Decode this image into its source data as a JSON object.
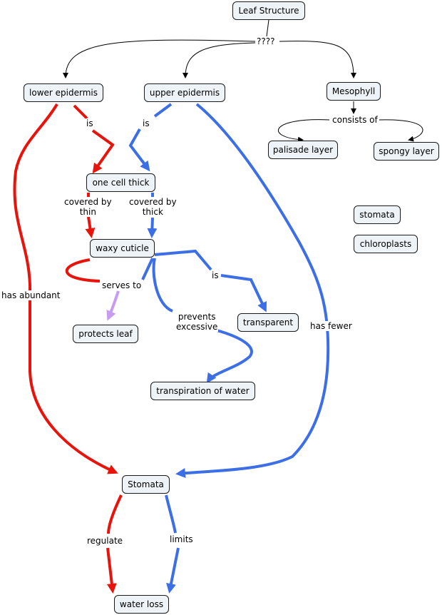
{
  "nodes": {
    "leaf_structure": "Leaf Structure",
    "lower_epidermis": "lower epidermis",
    "upper_epidermis": "upper epidermis",
    "mesophyll": "Mesophyll",
    "palisade_layer": "palisade layer",
    "spongy_layer": "spongy layer",
    "stomata_small": "stomata",
    "chloroplasts": "chloroplasts",
    "one_cell_thick": "one cell thick",
    "waxy_cuticle": "waxy cuticle",
    "protects_leaf": "protects leaf",
    "transparent": "transparent",
    "transpiration": "transpiration of water",
    "stomata": "Stomata",
    "water_loss": "water loss"
  },
  "links": {
    "qqqq": "????",
    "consists_of": "consists of",
    "is_left": "is",
    "is_right": "is",
    "covered_thin": "covered by\nthin",
    "covered_thick": "covered by\nthick",
    "serves_to": "serves to",
    "is_transparent": "is",
    "prevents_excessive": "prevents\nexcessive",
    "has_abundant": "has abundant",
    "has_fewer": "has fewer",
    "regulate": "regulate",
    "limits": "limits"
  },
  "colors": {
    "red": "#e8140c",
    "blue": "#3c6ee6",
    "purple": "#c79cf0",
    "black": "#000000"
  }
}
